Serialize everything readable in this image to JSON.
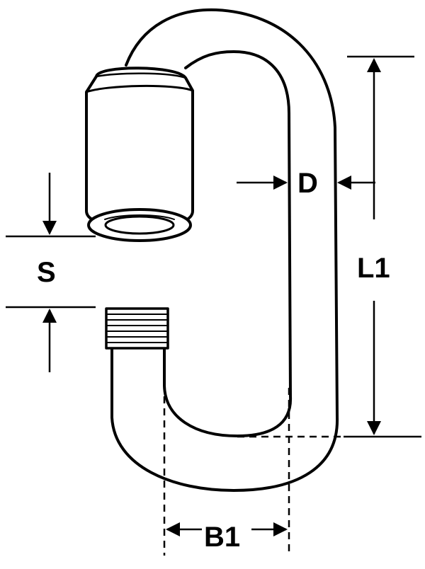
{
  "diagram": {
    "labels": {
      "D": "D",
      "S": "S",
      "L1": "L1",
      "B1": "B1"
    },
    "colors": {
      "ink": "#000000",
      "background": "#ffffff"
    }
  }
}
